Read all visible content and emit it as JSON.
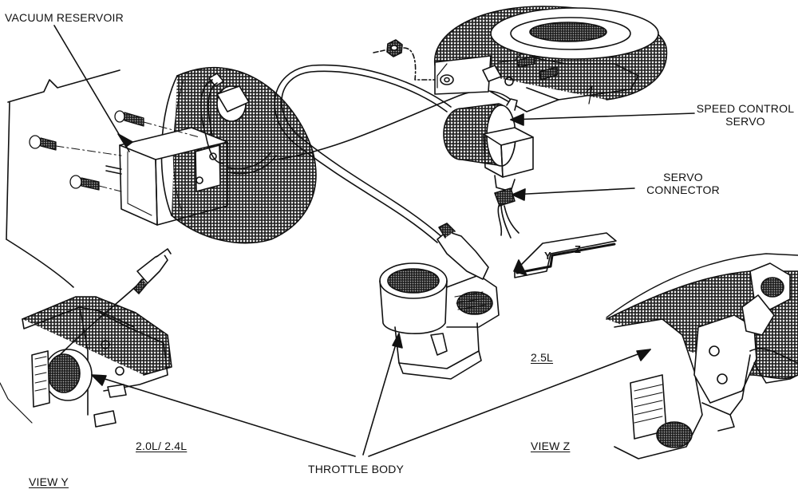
{
  "labels": {
    "vacuum_reservoir": "VACUUM RESERVOIR",
    "speed_control_servo_1": "SPEED CONTROL",
    "speed_control_servo_2": "SERVO",
    "servo_connector_1": "SERVO",
    "servo_connector_2": "CONNECTOR",
    "engine_25": "2.5L",
    "engine_20_24": "2.0L/ 2.4L",
    "view_y": "VIEW Y",
    "view_z": "VIEW Z",
    "throttle_body": "THROTTLE BODY",
    "arrow_y": "Y",
    "arrow_z": "Z"
  },
  "colors": {
    "ink": "#111111",
    "background": "#ffffff"
  }
}
